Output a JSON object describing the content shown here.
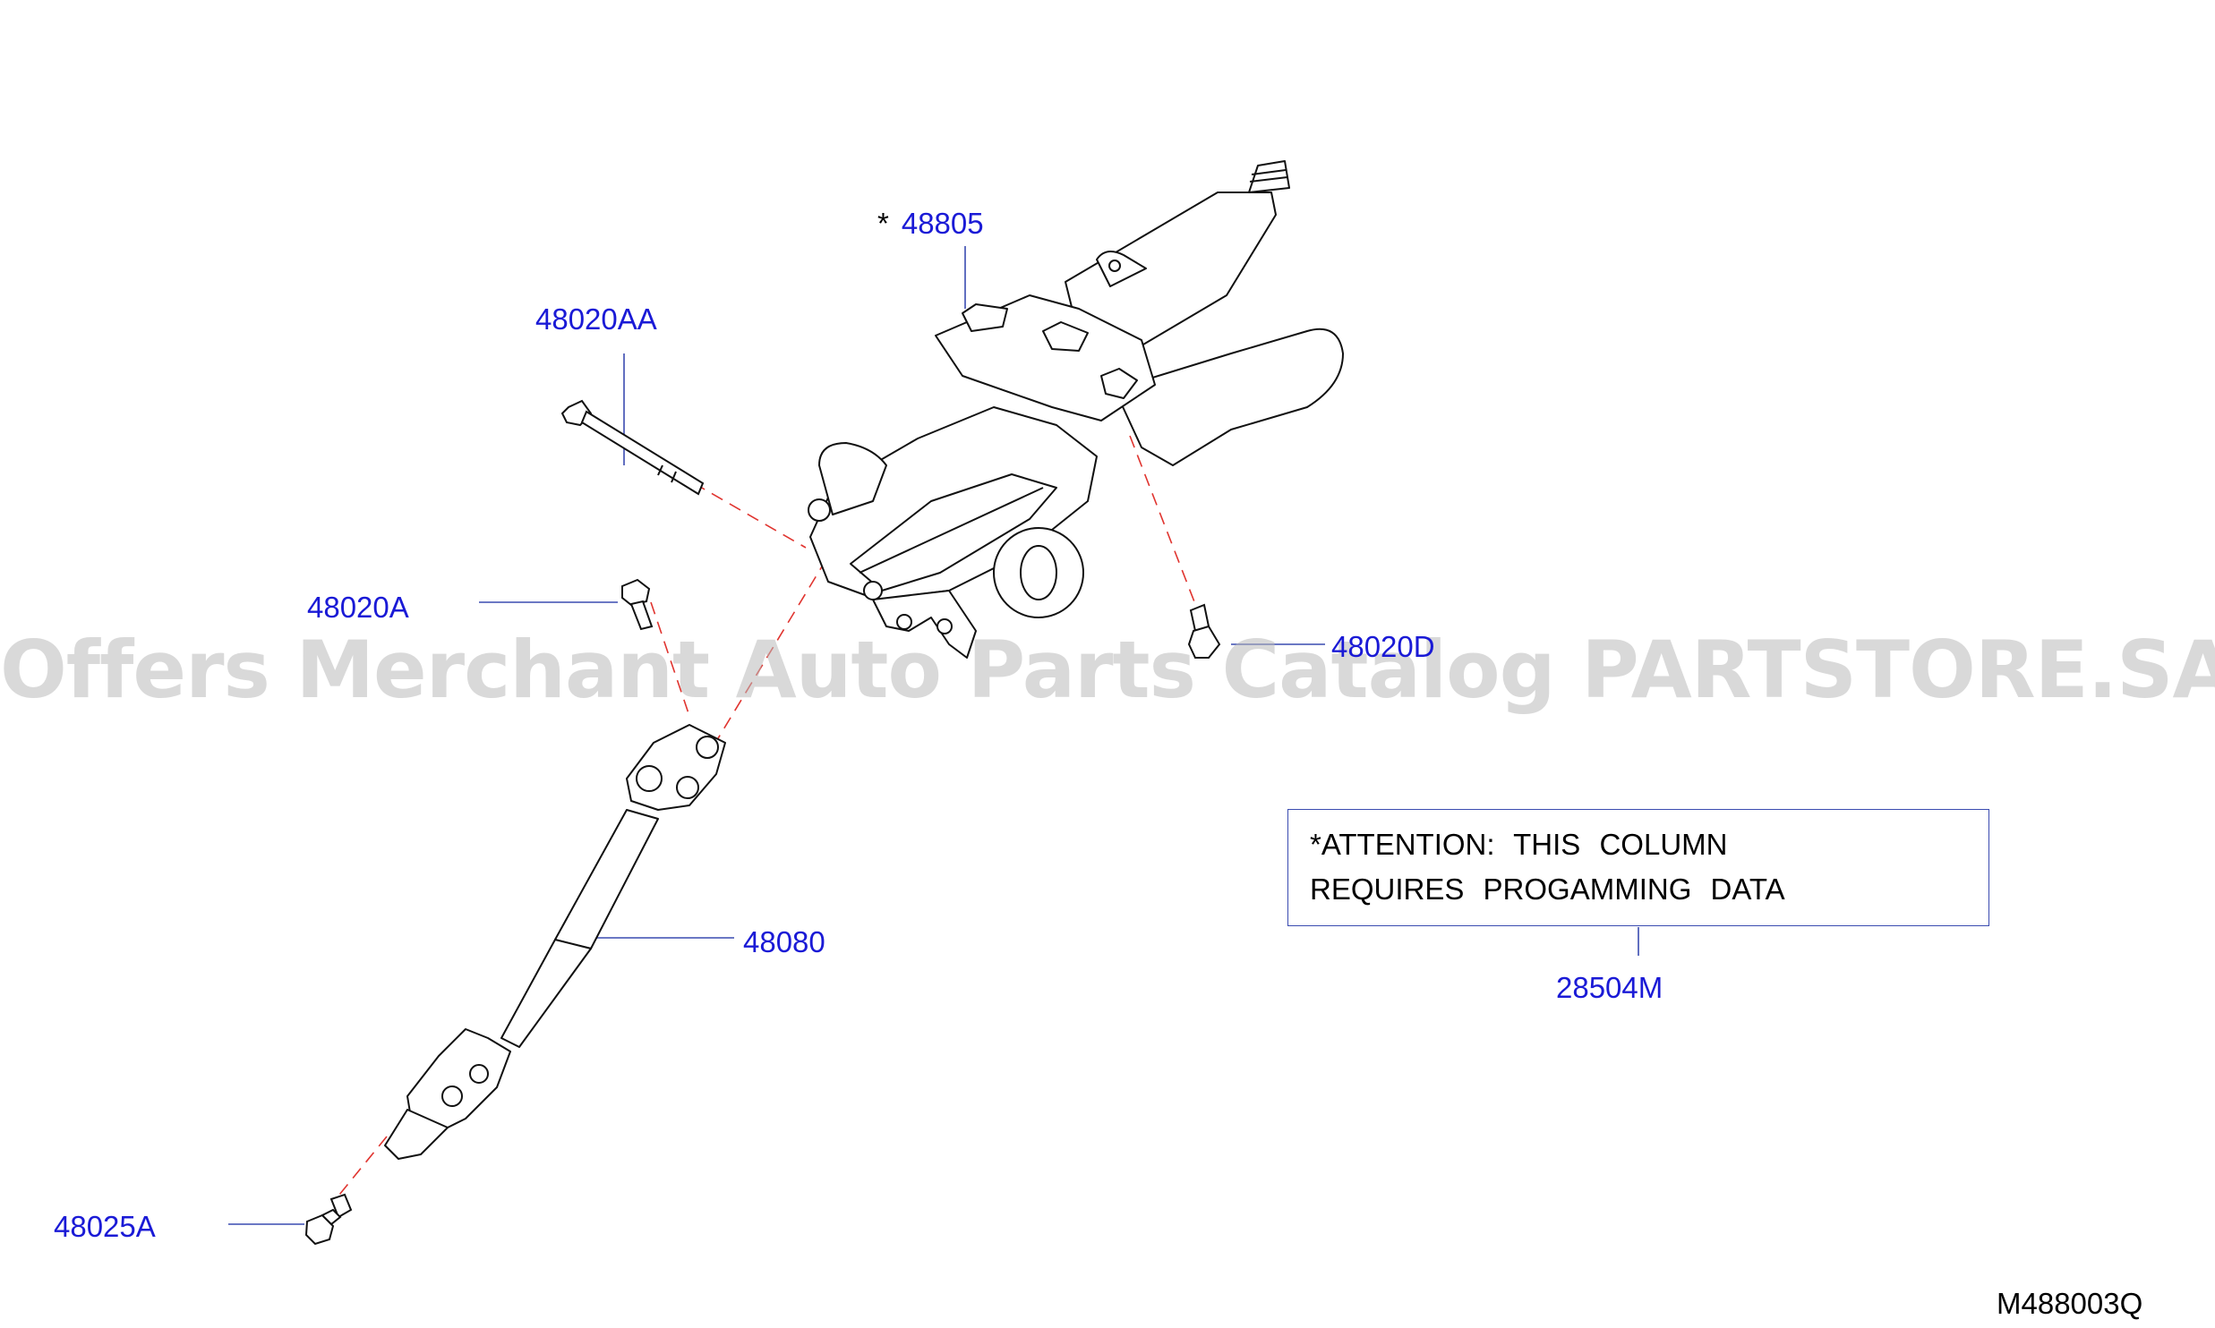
{
  "watermark": "Offers Merchant Auto Parts Catalog PARTSTORE.SA",
  "colors": {
    "callout": "#1a1ad6",
    "dash": "#e0342f",
    "outline": "#111111",
    "box_border": "#3a4bb0"
  },
  "parts": [
    {
      "id": "48805",
      "label": "48805",
      "prefix": "*",
      "name": "steering-column-assembly"
    },
    {
      "id": "48020AA",
      "label": "48020AA",
      "name": "long-mounting-bolt"
    },
    {
      "id": "48020A",
      "label": "48020A",
      "name": "column-bolt"
    },
    {
      "id": "48020D",
      "label": "48020D",
      "name": "column-nut-bolt"
    },
    {
      "id": "48080",
      "label": "48080",
      "name": "lower-joint-shaft"
    },
    {
      "id": "48025A",
      "label": "48025A",
      "name": "joint-bolt"
    },
    {
      "id": "28504M",
      "label": "28504M",
      "name": "programming-note"
    }
  ],
  "notice": {
    "line1": "*ATTENTION:  THIS  COLUMN",
    "line2": "REQUIRES  PROGAMMING  DATA"
  },
  "drawing_code": "M488003Q"
}
